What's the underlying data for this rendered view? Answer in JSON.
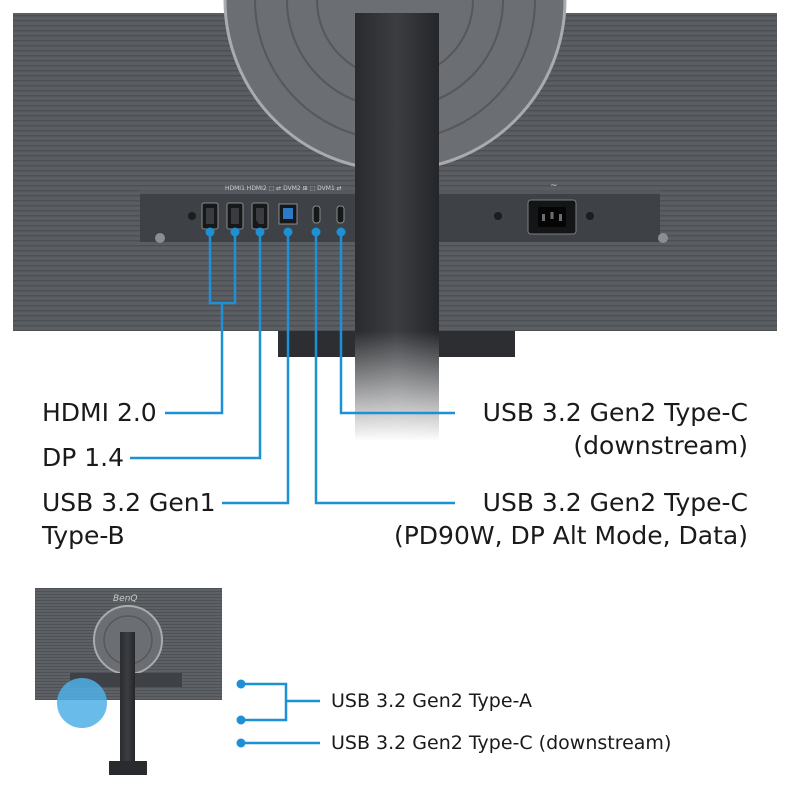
{
  "accent_color": "#1e90d6",
  "panel_color": "#5b5e62",
  "stand_color": "#2e3033",
  "port_labels": {
    "hdmi": "HDMI 2.0",
    "dp": "DP 1.4",
    "usb_b_line1": "USB 3.2 Gen1",
    "usb_b_line2": "Type-B",
    "usbc_down_line1": "USB 3.2 Gen2 Type-C",
    "usbc_down_line2": "(downstream)",
    "usbc_pd_line1": "USB 3.2 Gen2 Type-C",
    "usbc_pd_line2": "(PD90W, DP Alt Mode, Data)"
  },
  "panel_markings": {
    "port_row": "HDMI1  HDMI2   ⬚   ⇄ DVM2 ⊞ ⬚ DVM1 ⇄",
    "power": "~"
  },
  "inset": {
    "brand": "BenQ",
    "label_usb_a": "USB 3.2 Gen2 Type-A",
    "label_usb_c": "USB 3.2 Gen2 Type-C  (downstream)"
  },
  "icons": [
    "hdmi-port-icon",
    "displayport-icon",
    "usb-b-port-icon",
    "usb-c-port-icon",
    "power-socket-icon",
    "screw-icon"
  ]
}
